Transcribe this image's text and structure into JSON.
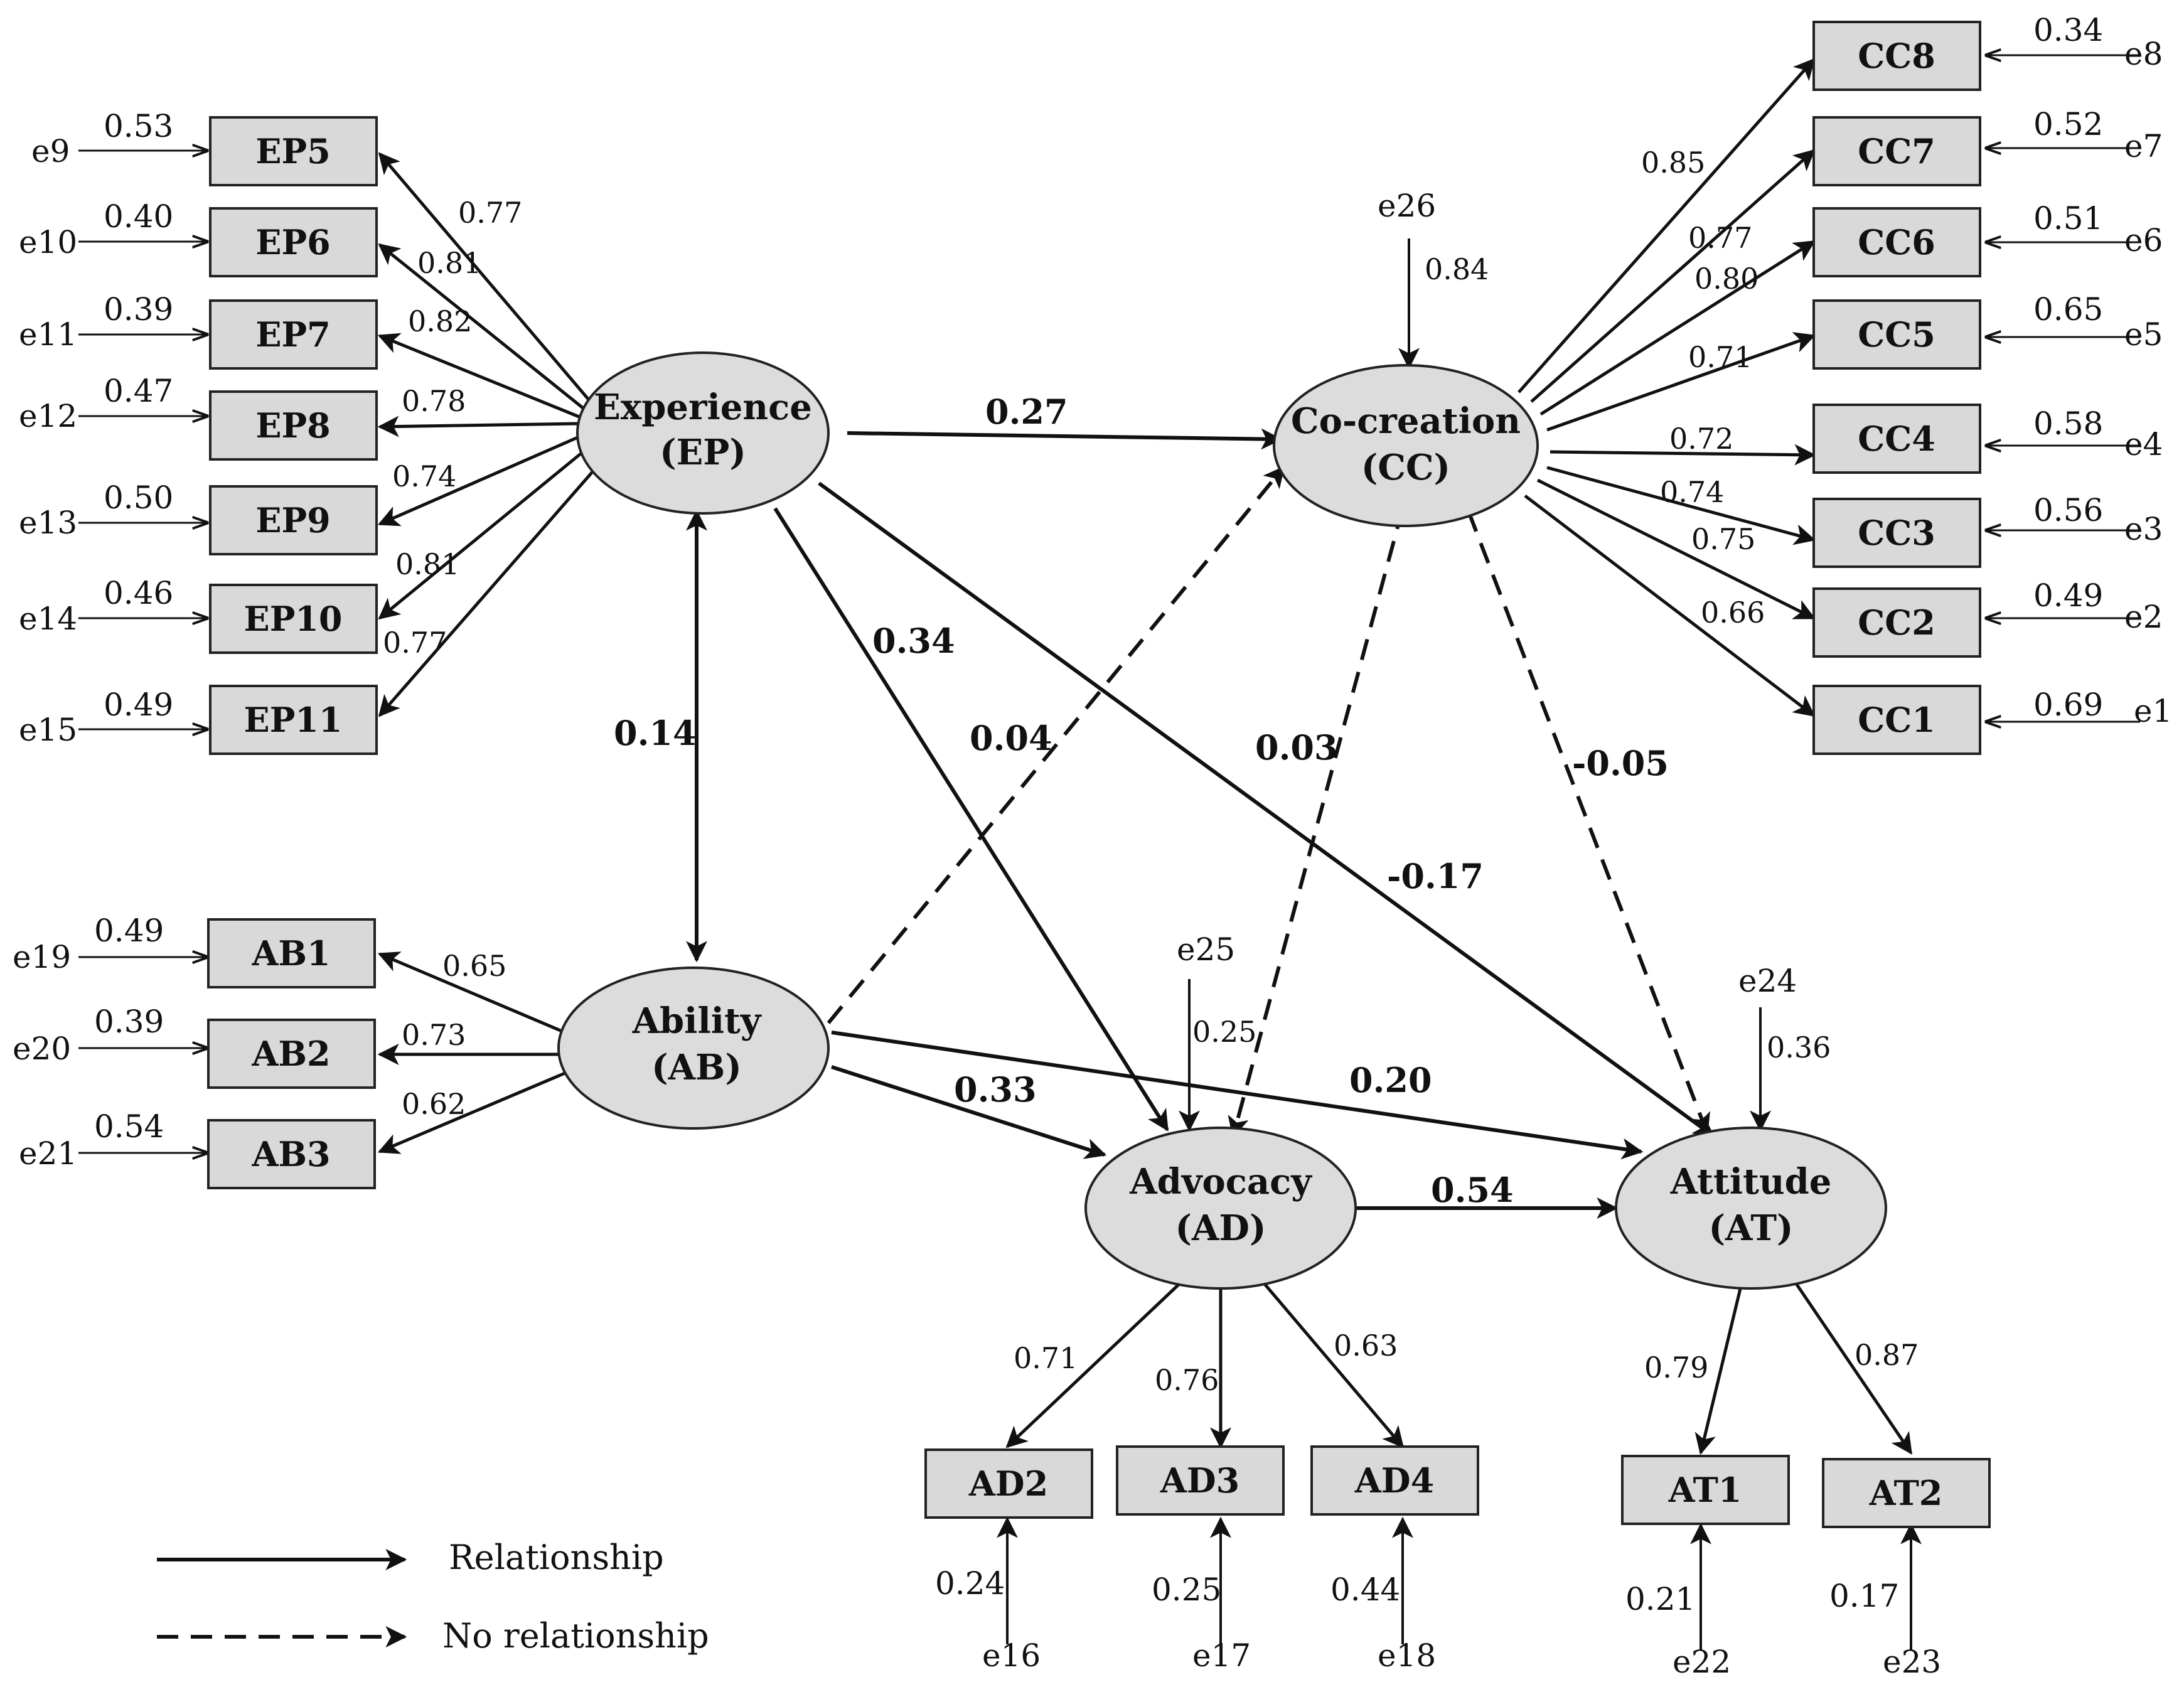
{
  "constructs": {
    "EP": {
      "line1": "Experience",
      "line2": "(EP)"
    },
    "CC": {
      "line1": "Co-creation",
      "line2": "(CC)"
    },
    "AB": {
      "line1": "Ability",
      "line2": "(AB)"
    },
    "AD": {
      "line1": "Advocacy",
      "line2": "(AD)"
    },
    "AT": {
      "line1": "Attitude",
      "line2": "(AT)"
    }
  },
  "indicators": {
    "EP5": {
      "label": "EP5",
      "error": "e9",
      "variance": "0.53",
      "loading": "0.77"
    },
    "EP6": {
      "label": "EP6",
      "error": "e10",
      "variance": "0.40",
      "loading": "0.81"
    },
    "EP7": {
      "label": "EP7",
      "error": "e11",
      "variance": "0.39",
      "loading": "0.82"
    },
    "EP8": {
      "label": "EP8",
      "error": "e12",
      "variance": "0.47",
      "loading": "0.78"
    },
    "EP9": {
      "label": "EP9",
      "error": "e13",
      "variance": "0.50",
      "loading": "0.74"
    },
    "EP10": {
      "label": "EP10",
      "error": "e14",
      "variance": "0.46",
      "loading": "0.81"
    },
    "EP11": {
      "label": "EP11",
      "error": "e15",
      "variance": "0.49",
      "loading": "0.77"
    },
    "CC8": {
      "label": "CC8",
      "error": "e8",
      "variance": "0.34",
      "loading": "0.85"
    },
    "CC7": {
      "label": "CC7",
      "error": "e7",
      "variance": "0.52",
      "loading": "0.77"
    },
    "CC6": {
      "label": "CC6",
      "error": "e6",
      "variance": "0.51",
      "loading": "0.80"
    },
    "CC5": {
      "label": "CC5",
      "error": "e5",
      "variance": "0.65",
      "loading": "0.71"
    },
    "CC4": {
      "label": "CC4",
      "error": "e4",
      "variance": "0.58",
      "loading": "0.72"
    },
    "CC3": {
      "label": "CC3",
      "error": "e3",
      "variance": "0.56",
      "loading": "0.74"
    },
    "CC2": {
      "label": "CC2",
      "error": "e2",
      "variance": "0.49",
      "loading": "0.75"
    },
    "CC1": {
      "label": "CC1",
      "error": "e1",
      "variance": "0.69",
      "loading": "0.66"
    },
    "AB1": {
      "label": "AB1",
      "error": "e19",
      "variance": "0.49",
      "loading": "0.65"
    },
    "AB2": {
      "label": "AB2",
      "error": "e20",
      "variance": "0.39",
      "loading": "0.73"
    },
    "AB3": {
      "label": "AB3",
      "error": "e21",
      "variance": "0.54",
      "loading": "0.62"
    },
    "AD2": {
      "label": "AD2",
      "error": "e16",
      "variance": "0.24",
      "loading": "0.71"
    },
    "AD3": {
      "label": "AD3",
      "error": "e17",
      "variance": "0.25",
      "loading": "0.76"
    },
    "AD4": {
      "label": "AD4",
      "error": "e18",
      "variance": "0.44",
      "loading": "0.63"
    },
    "AT1": {
      "label": "AT1",
      "error": "e22",
      "variance": "0.21",
      "loading": "0.79"
    },
    "AT2": {
      "label": "AT2",
      "error": "e23",
      "variance": "0.17",
      "loading": "0.87"
    }
  },
  "disturbances": {
    "CC": {
      "error": "e26",
      "variance": "0.84"
    },
    "AD": {
      "error": "e25",
      "variance": "0.25"
    },
    "AT": {
      "error": "e24",
      "variance": "0.36"
    }
  },
  "paths": {
    "EP_CC": "0.27",
    "EP_AD": "0.34",
    "EP_AB": "0.14",
    "AB_CC": "0.04",
    "CC_AD": "0.03",
    "CC_AT": "-0.05",
    "EP_AT": "-0.17",
    "AB_AT": "0.20",
    "AB_AD": "0.33",
    "AD_AT": "0.54"
  },
  "legend": {
    "solid": "Relationship",
    "dashed": "No relationship"
  }
}
